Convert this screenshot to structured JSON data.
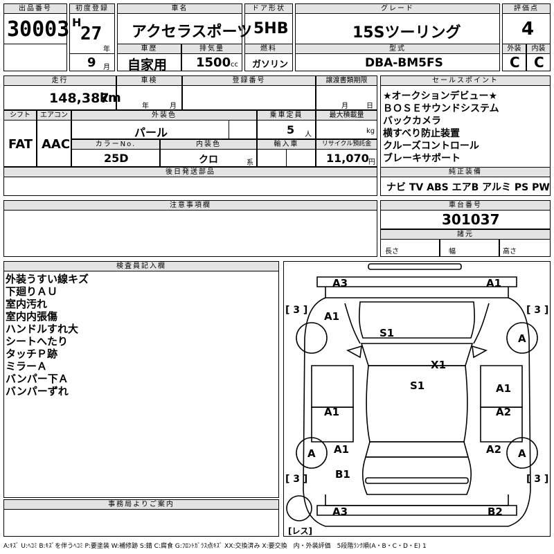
{
  "labels": {
    "lot_no": "出品番号",
    "first_reg": "初度登録",
    "car_name": "車名",
    "door": "ドア形状",
    "grade": "グレード",
    "score": "評価点",
    "history": "車歴",
    "displacement": "排気量",
    "fuel": "燃料",
    "model_type": "型式",
    "exterior": "外装",
    "interior": "内装",
    "mileage": "走行",
    "inspection": "車検",
    "reg_no": "登録番号",
    "transfer_deadline": "譲渡書類期限",
    "sales_point": "セールスポイント",
    "shift": "シフト",
    "aircon": "エアコン",
    "ext_color": "外装色",
    "capacity": "乗車定員",
    "max_load": "最大積載量",
    "color_no": "カラーNo.",
    "int_color": "内装色",
    "import": "輸入車",
    "recycle": "リサイクル預託金",
    "later_parts": "後日発送部品",
    "genuine_equip": "純正装備",
    "notes": "注意事項欄",
    "chassis_no": "車台番号",
    "specs": "諸元",
    "length": "長さ",
    "width": "幅",
    "height": "高さ",
    "inspector": "検査員記入欄",
    "office": "事務局よりご案内"
  },
  "header": {
    "lot_no": "30003",
    "era": "H",
    "year": "27",
    "year_unit": "年",
    "month": "9",
    "month_unit": "月",
    "car_name": "アクセラスポーツ",
    "door": "5HB",
    "grade": "15Sツーリング",
    "score": "4",
    "history": "自家用",
    "displacement": "1500",
    "cc": "cc",
    "fuel": "ガソリン",
    "model_type": "DBA-BM5FS",
    "exterior_grade": "C",
    "interior_grade": "C"
  },
  "row2": {
    "mileage": "148,387",
    "km": "km",
    "insp_year": "年",
    "insp_month": "月",
    "transfer_month": "月",
    "transfer_day": "日",
    "shift": "FAT",
    "aircon": "AAC",
    "ext_color": "パール",
    "capacity": "5",
    "persons": "人",
    "kg": "kg",
    "color_no": "25D",
    "int_color": "クロ",
    "kei": "系",
    "recycle": "11,070",
    "yen": "円"
  },
  "sales_points": [
    "★オークションデビュー★",
    "ＢＯＳＥサウンドシステム",
    "バックカメラ",
    "横すべり防止装置",
    "クルーズコントロール",
    "ブレーキサポート"
  ],
  "genuine_equipment": "ナビ TV ABS エアB アルミ PS PW",
  "chassis_no": "301037",
  "inspector_notes": [
    "外装うすい線キズ",
    "下廻りＡＵ",
    "室内汚れ",
    "室内内張傷",
    "ハンドルすれ大",
    "シートへたり",
    "タッチＰ跡",
    "ミラーＡ",
    "バンパー下Ａ",
    "バンパーずれ"
  ],
  "diagram": {
    "marks": {
      "a3_tl": "A3",
      "a1_tr": "A1",
      "a1_fl": "A1",
      "s1_hood": "S1",
      "x1": "X1",
      "s1_roof": "S1",
      "a1_rf": "A1",
      "a1_lf": "A1",
      "a2_r": "A2",
      "a1_lr": "A1",
      "a2_rr": "A2",
      "b1": "B1",
      "a3_bl": "A3",
      "b2_br": "B2"
    },
    "tires": {
      "fr": "A",
      "rl": "A",
      "rr": "A"
    },
    "tread": {
      "fl": "[ 3 ]",
      "fr": "[ 3 ]",
      "rl": "[ 3 ]",
      "rr": "[ 3 ]"
    },
    "spare": "[レス]"
  },
  "legend": "A:ｷｽﾞ U:ﾍｺﾐ B:ｷｽﾞを伴うﾍｺﾐ P:要塗装 W:補修跡 S:錆 C:腐食 G:ﾌﾛﾝﾄｶﾞﾗｽ点ｷｽﾞ XX:交換済み X:要交換　内・外装評価　5段階ﾗﾝｸ順(A・B・C・D・E) 1"
}
